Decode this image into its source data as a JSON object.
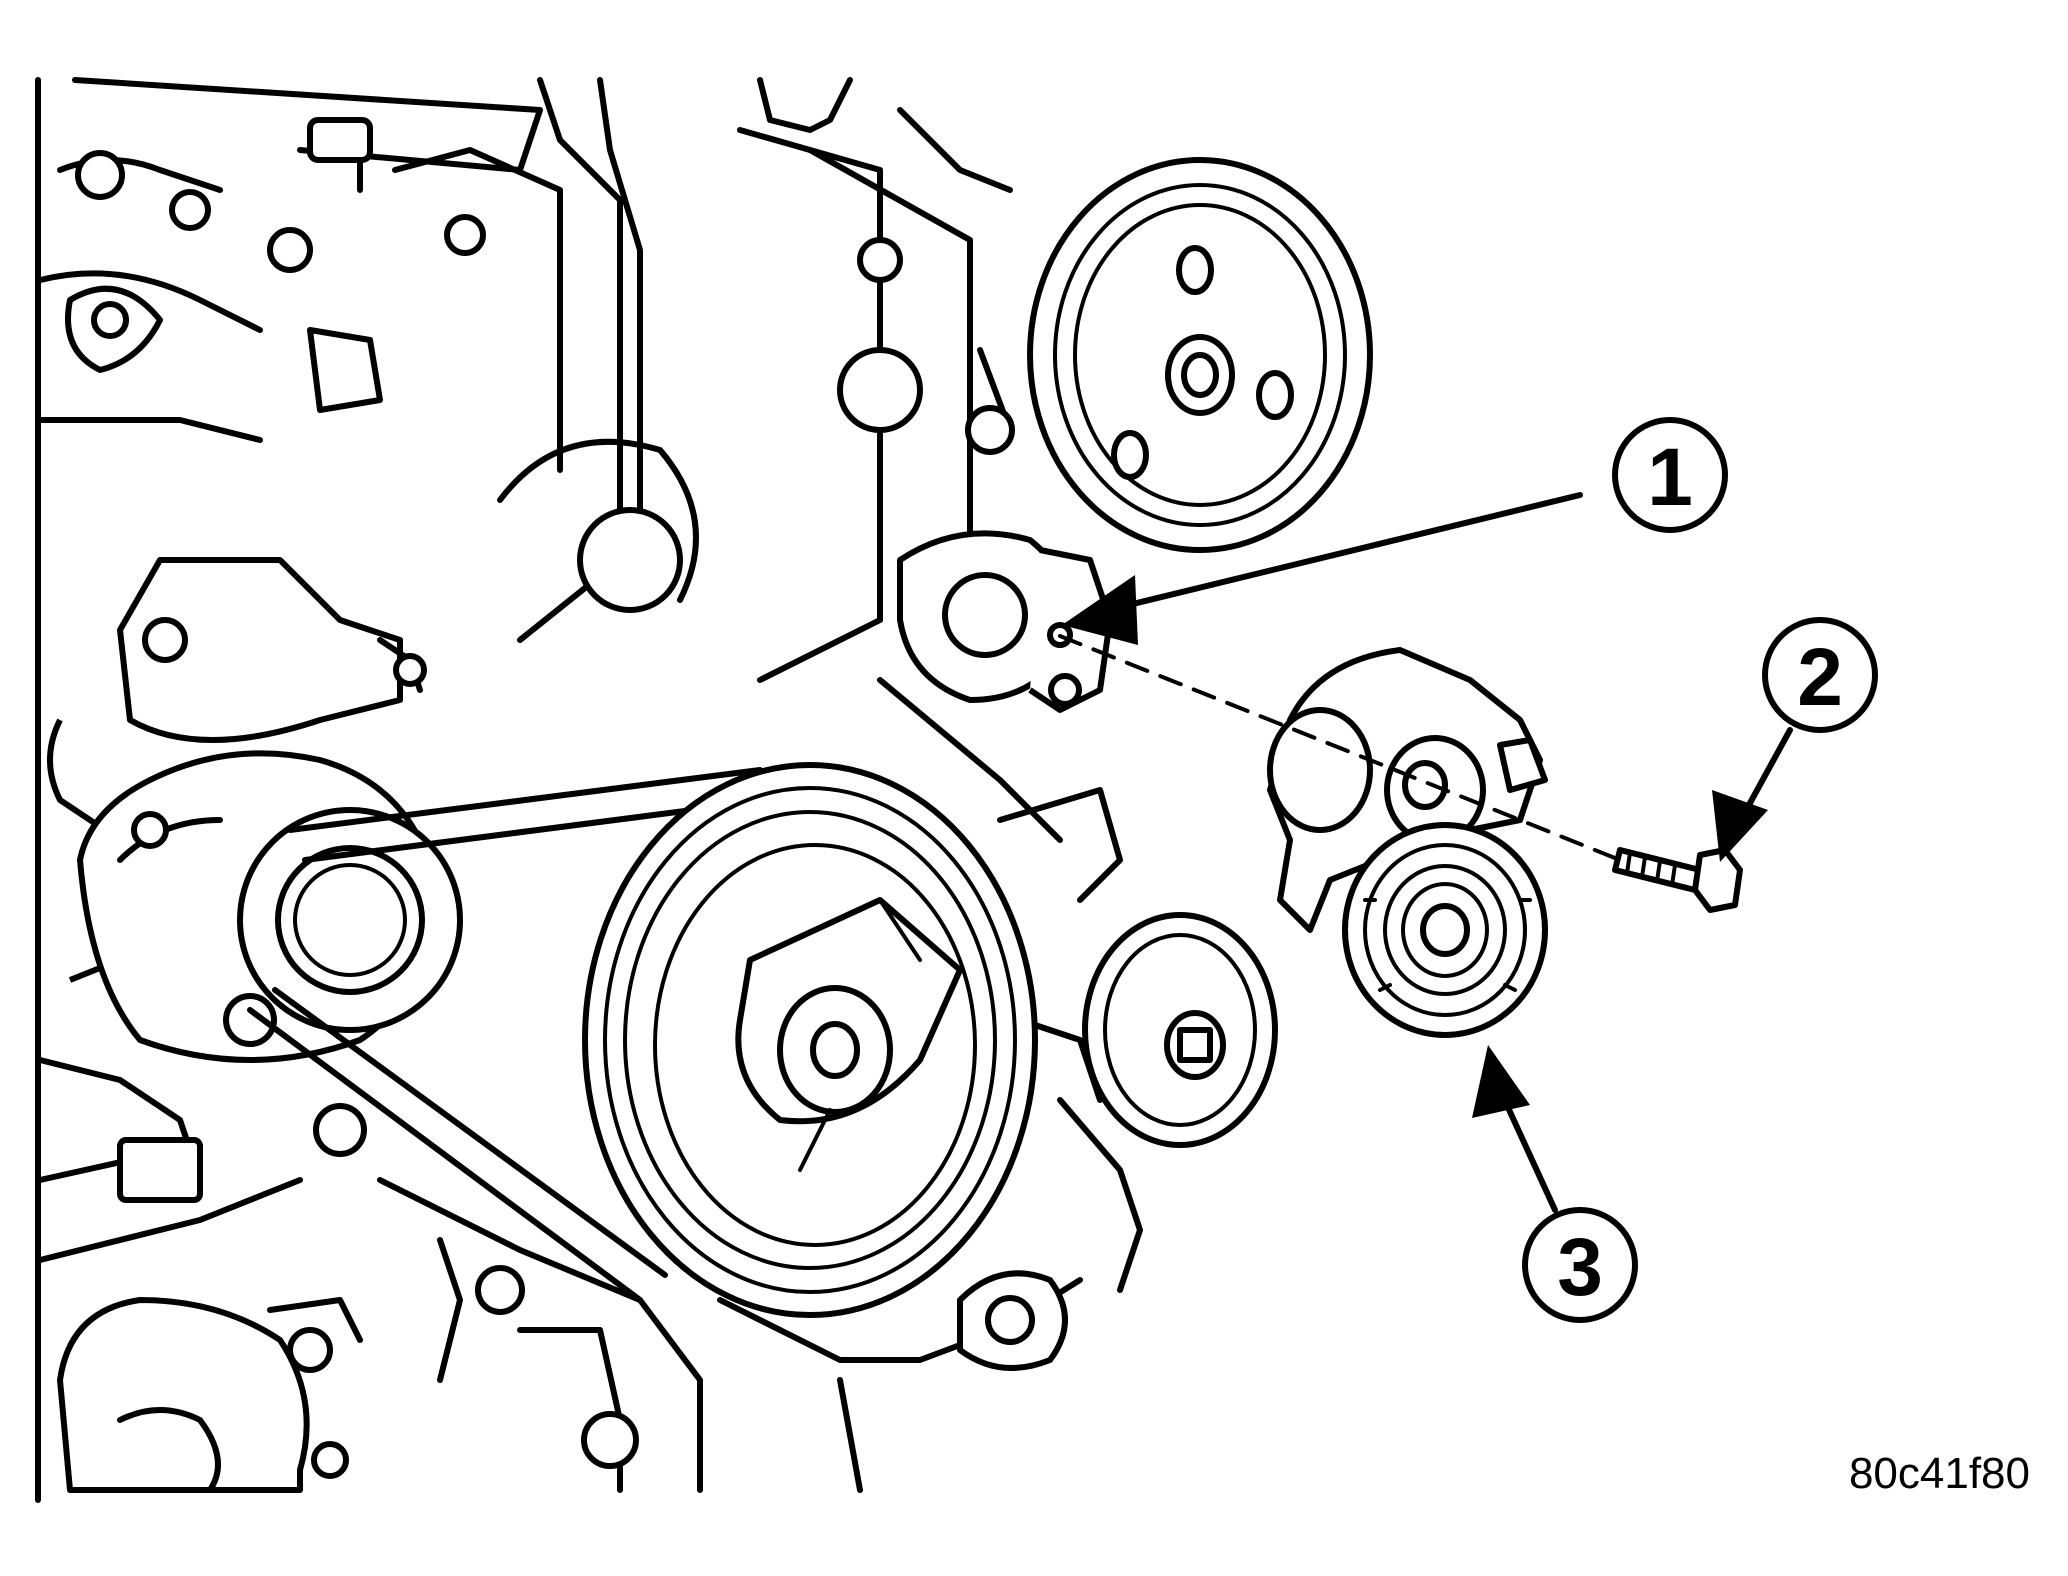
{
  "callouts": [
    {
      "number": "1",
      "part": "mounting-boss"
    },
    {
      "number": "2",
      "part": "bolt"
    },
    {
      "number": "3",
      "part": "belt-tensioner"
    }
  ],
  "figure_id": "80c41f80",
  "colors": {
    "line": "#000000",
    "background": "#ffffff"
  }
}
